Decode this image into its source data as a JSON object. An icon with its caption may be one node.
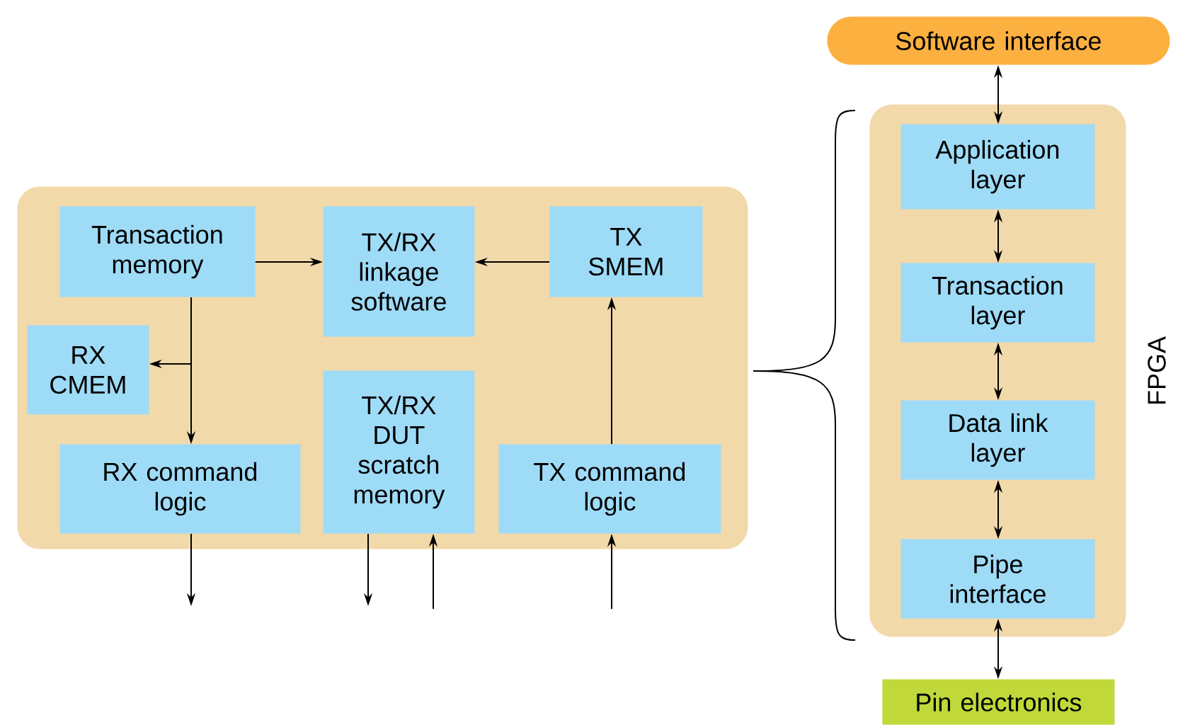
{
  "diagram": {
    "nodes": [
      {
        "text": [],
        "shape": "box"
      },
      {
        "text": [
          "Transaction memory"
        ],
        "in": 0
      },
      {
        "text": [
          "TX/RX linkage software"
        ],
        "in": 0
      },
      {
        "text": [
          "TX SMEM"
        ],
        "in": 0
      },
      {
        "text": [
          "RX CMEM"
        ],
        "in": 0
      },
      {
        "text": [
          "TX/RX DUT scratch memory"
        ],
        "in": 0
      },
      {
        "text": [
          "RX command logic"
        ],
        "in": 0
      },
      {
        "text": [
          "TX command logic"
        ],
        "in": 0
      },
      {
        "text": [
          "Software interface"
        ]
      },
      {
        "text": [
          "FPGA"
        ]
      },
      {
        "text": [
          "Application layer"
        ],
        "in": 9
      },
      {
        "text": [
          "Transaction layer"
        ],
        "in": 9
      },
      {
        "text": [
          "Data link layer"
        ],
        "in": 9
      },
      {
        "text": [
          "Pipe interface"
        ],
        "in": 9
      },
      {
        "text": [
          "Pin electronics"
        ]
      }
    ],
    "edges": [
      {
        "from": 1,
        "to": 2,
        "arrow": "to"
      },
      {
        "from": 3,
        "to": 2,
        "arrow": "to"
      },
      {
        "from": 1,
        "to": 4,
        "arrow": "to"
      },
      {
        "from": 1,
        "to": 6,
        "arrow": "to"
      },
      {
        "from": 7,
        "to": 3,
        "arrow": "to"
      },
      {
        "from": 6,
        "to": null,
        "arrow": "to"
      },
      {
        "from": 5,
        "to": null,
        "arrow": "to"
      },
      {
        "from": null,
        "to": 5,
        "arrow": "to"
      },
      {
        "from": null,
        "to": 7,
        "arrow": "to"
      },
      {
        "from": 8,
        "to": 10,
        "arrow": "both"
      },
      {
        "from": 10,
        "to": 11,
        "arrow": "both"
      },
      {
        "from": 11,
        "to": 12,
        "arrow": "both"
      },
      {
        "from": 12,
        "to": 13,
        "arrow": "both"
      },
      {
        "from": 13,
        "to": 14,
        "arrow": "both"
      }
    ]
  }
}
